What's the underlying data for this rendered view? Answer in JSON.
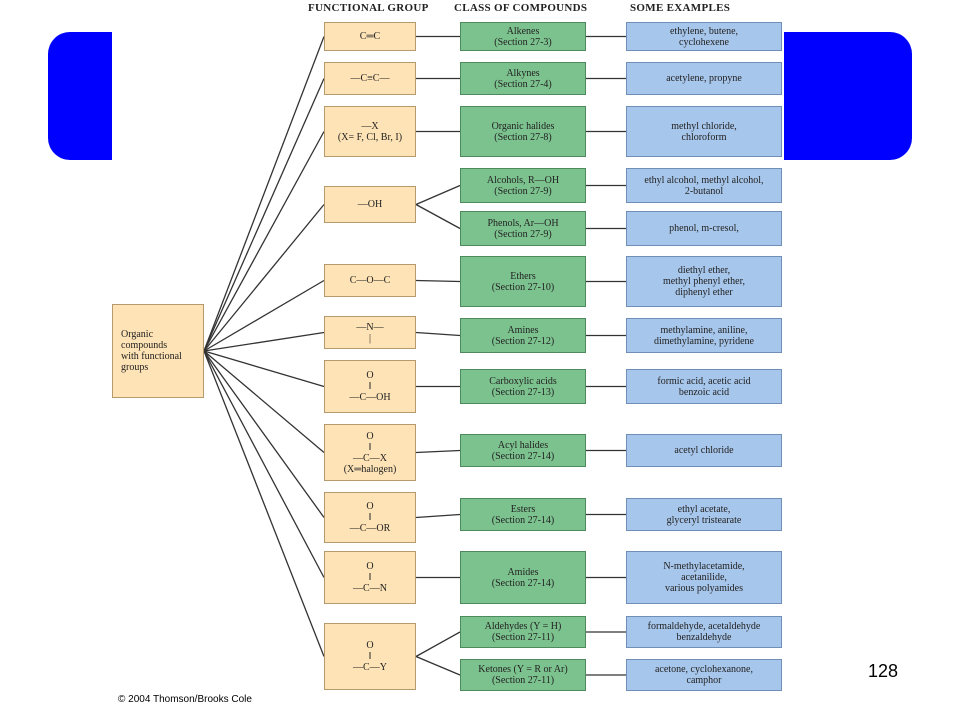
{
  "headers": {
    "functional_group": "FUNCTIONAL GROUP",
    "class_of_compounds": "CLASS OF COMPOUNDS",
    "some_examples": "SOME EXAMPLES"
  },
  "root": {
    "lines": [
      "Organic",
      "compounds",
      "with functional",
      "groups"
    ]
  },
  "groups": [
    {
      "formula": [
        "C═C"
      ],
      "classes": [
        {
          "lines": [
            "Alkenes",
            "(Section 27-3)"
          ],
          "examples": [
            "ethylene, butene,",
            "cyclohexene"
          ]
        }
      ]
    },
    {
      "formula": [
        "—C≡C—"
      ],
      "classes": [
        {
          "lines": [
            "Alkynes",
            "(Section 27-4)"
          ],
          "examples": [
            "acetylene, propyne"
          ]
        }
      ]
    },
    {
      "formula": [
        "—X",
        "(X= F, Cl, Br, I)"
      ],
      "classes": [
        {
          "lines": [
            "Organic halides",
            "(Section 27-8)"
          ],
          "examples": [
            "methyl chloride,",
            "chloroform"
          ]
        }
      ]
    },
    {
      "formula": [
        "—OH"
      ],
      "classes": [
        {
          "lines": [
            "Alcohols, R—OH",
            "(Section 27-9)"
          ],
          "examples": [
            "ethyl alcohol, methyl alcohol,",
            "2-butanol"
          ]
        },
        {
          "lines": [
            "Phenols, Ar—OH",
            "(Section 27-9)"
          ],
          "examples": [
            "phenol, m-cresol,"
          ]
        }
      ]
    },
    {
      "formula": [
        "C—O—C"
      ],
      "classes": [
        {
          "lines": [
            "Ethers",
            "(Section 27-10)"
          ],
          "examples": [
            "diethyl ether,",
            "methyl phenyl ether,",
            "diphenyl ether"
          ]
        }
      ]
    },
    {
      "formula": [
        "—N—",
        "|"
      ],
      "classes": [
        {
          "lines": [
            "Amines",
            "(Section 27-12)"
          ],
          "examples": [
            "methylamine, aniline,",
            "dimethylamine, pyridene"
          ]
        }
      ]
    },
    {
      "formula": [
        "O",
        "‖",
        "—C—OH"
      ],
      "classes": [
        {
          "lines": [
            "Carboxylic acids",
            "(Section 27-13)"
          ],
          "examples": [
            "formic acid, acetic acid",
            "benzoic acid"
          ]
        }
      ]
    },
    {
      "formula": [
        "O",
        "‖",
        "—C—X",
        "(X═halogen)"
      ],
      "classes": [
        {
          "lines": [
            "Acyl halides",
            "(Section 27-14)"
          ],
          "examples": [
            "acetyl chloride"
          ]
        }
      ]
    },
    {
      "formula": [
        "O",
        "‖",
        "—C—OR"
      ],
      "classes": [
        {
          "lines": [
            "Esters",
            "(Section 27-14)"
          ],
          "examples": [
            "ethyl acetate,",
            "glyceryl tristearate"
          ]
        }
      ]
    },
    {
      "formula": [
        "O",
        "‖",
        "—C—N"
      ],
      "classes": [
        {
          "lines": [
            "Amides",
            "(Section 27-14)"
          ],
          "examples": [
            "N-methylacetamide,",
            "acetanilide,",
            "various polyamides"
          ]
        }
      ]
    },
    {
      "formula": [
        "O",
        "‖",
        "—C—Y"
      ],
      "classes": [
        {
          "lines": [
            "Aldehydes (Y = H)",
            "(Section 27-11)"
          ],
          "examples": [
            "formaldehyde, acetaldehyde",
            "benzaldehyde"
          ]
        },
        {
          "lines": [
            "Ketones (Y = R or Ar)",
            "(Section 27-11)"
          ],
          "examples": [
            "acetone, cyclohexanone,",
            "camphor"
          ]
        }
      ]
    }
  ],
  "page_number": "128",
  "copyright": "© 2004 Thomson/Brooks Cole",
  "colors": {
    "tab": "#0000ff",
    "functional_group_fill": "#fde3b5",
    "class_fill": "#7cc28e",
    "example_fill": "#a7c6eb"
  }
}
